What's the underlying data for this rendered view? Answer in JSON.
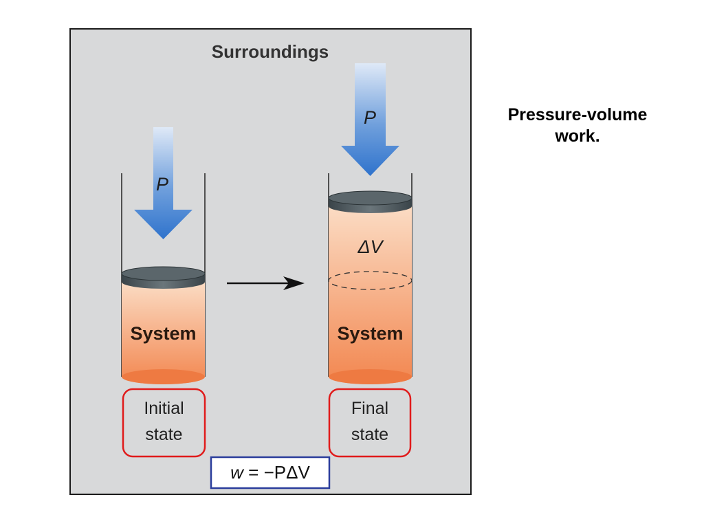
{
  "slide": {
    "caption": "Pressure-volume\nwork."
  },
  "diagram": {
    "surroundings_label": "Surroundings",
    "initial": {
      "pressure_label": "P",
      "system_label": "System",
      "state_line1": "Initial",
      "state_line2": "state"
    },
    "final": {
      "pressure_label": "P",
      "delta_v_label": "ΔV",
      "system_label": "System",
      "state_line1": "Final",
      "state_line2": "state"
    },
    "equation": {
      "w": "w",
      "rest": " = −PΔV"
    },
    "colors": {
      "panel_background": "#d8d9da",
      "system_top": "#fbdcc4",
      "system_bottom": "#f2864f",
      "piston": "#4a5459",
      "arrow_top": "#dfe9f7",
      "arrow_bottom": "#2f73cc",
      "state_box_border": "#e01b1b",
      "equation_box_border": "#2b3d9c"
    }
  }
}
